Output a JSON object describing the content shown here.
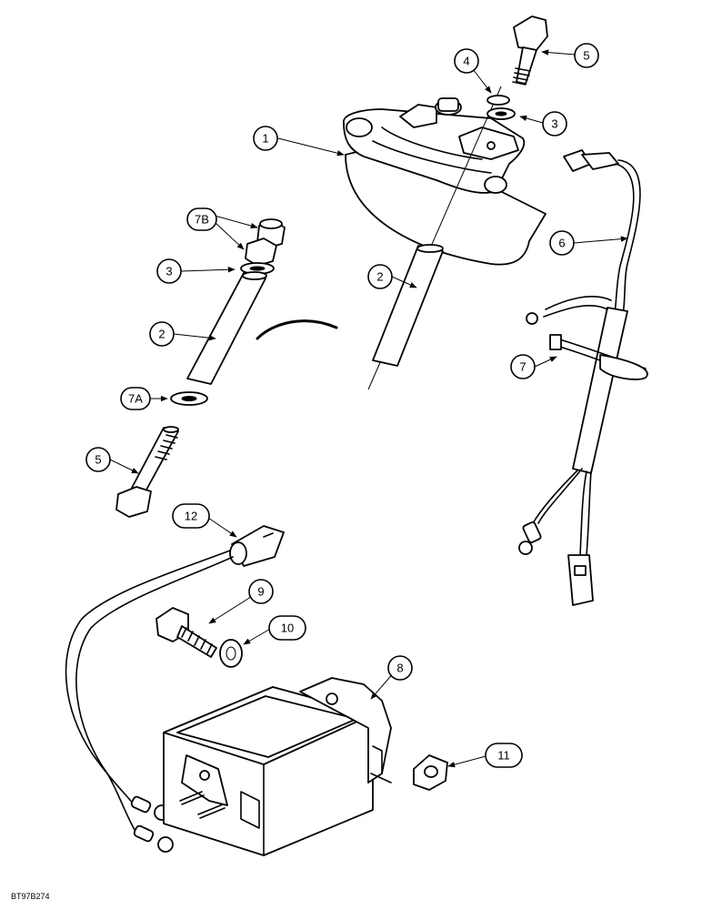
{
  "figure_code": "BT97B274",
  "callouts": {
    "c1": "1",
    "c2a": "2",
    "c2b": "2",
    "c3a": "3",
    "c3b": "3",
    "c4": "4",
    "c5a": "5",
    "c5b": "5",
    "c6": "6",
    "c7": "7",
    "c7a": "7A",
    "c7b": "7B",
    "c8": "8",
    "c9": "9",
    "c10": "10",
    "c11": "11",
    "c12": "12"
  }
}
